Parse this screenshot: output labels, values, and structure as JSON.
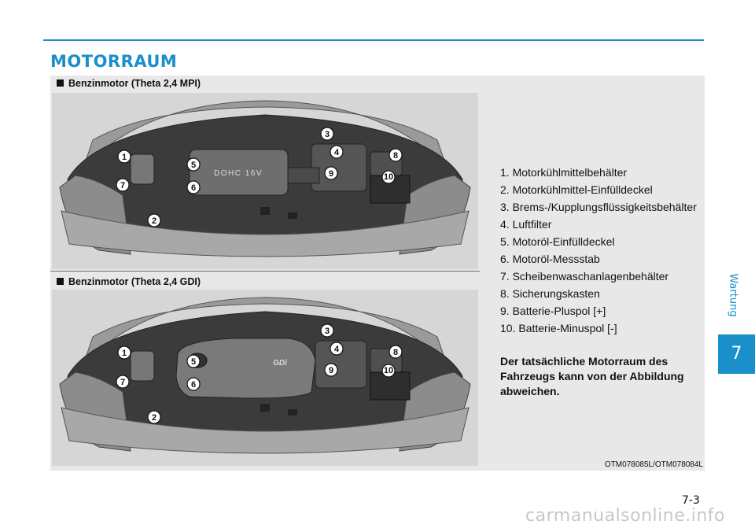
{
  "header": {
    "title": "MOTORRAUM"
  },
  "sections": [
    {
      "label": "Benzinmotor (Theta 2,4 MPI)",
      "cover_text": "DOHC 16V"
    },
    {
      "label": "Benzinmotor (Theta 2,4 GDI)",
      "cover_text": "GDi"
    }
  ],
  "callouts": [
    "1",
    "2",
    "3",
    "4",
    "5",
    "6",
    "7",
    "8",
    "9",
    "10"
  ],
  "legend": [
    "1. Motorkühlmittelbehälter",
    "2. Motorkühlmittel-Einfülldeckel",
    "3. Brems-/Kupplungsflüssigkeitsbehälter",
    "4. Luftfilter",
    "5. Motoröl-Einfülldeckel",
    "6. Motoröl-Messstab",
    "7. Scheibenwaschanlagenbehälter",
    "8. Sicherungskasten",
    "9. Batterie-Pluspol [+]",
    "10. Batterie-Minuspol [-]"
  ],
  "note": "Der tatsächliche Motorraum des Fahrzeugs kann von der Abbildung abweichen.",
  "image_code": "OTM078085L/OTM078084L",
  "sidebar": {
    "section": "Wartung",
    "chapter": "7"
  },
  "footer": {
    "page": "7-3",
    "watermark": "carmanualsonline.info"
  },
  "colors": {
    "accent": "#1a8fc9",
    "panel": "#e8e8e8"
  }
}
